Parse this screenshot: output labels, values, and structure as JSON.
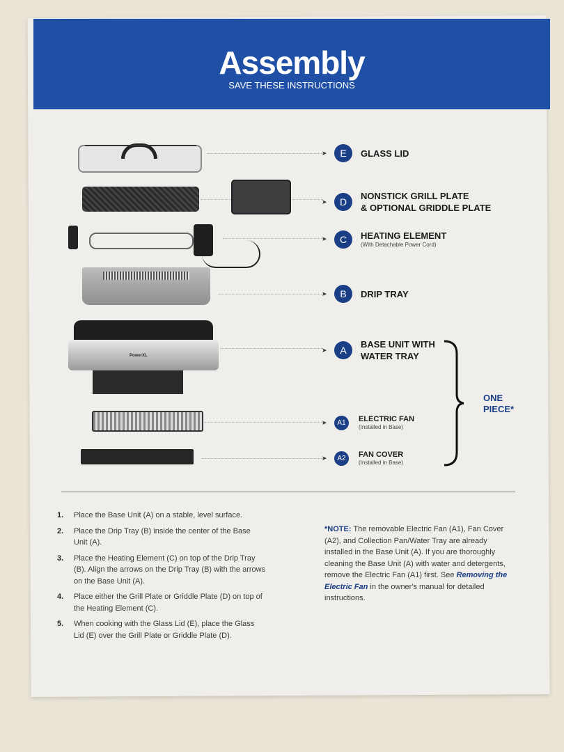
{
  "header": {
    "title": "Assembly",
    "subtitle": "SAVE THESE INSTRUCTIONS"
  },
  "parts": [
    {
      "letter": "E",
      "label": "GLASS LID",
      "sub": ""
    },
    {
      "letter": "D",
      "label": "NONSTICK GRILL PLATE",
      "label2": "& OPTIONAL GRIDDLE PLATE",
      "sub": ""
    },
    {
      "letter": "C",
      "label": "HEATING ELEMENT",
      "sub": "(With Detachable Power Cord)"
    },
    {
      "letter": "B",
      "label": "DRIP TRAY",
      "sub": ""
    },
    {
      "letter": "A",
      "label": "BASE UNIT WITH",
      "label2": "WATER TRAY",
      "sub": ""
    },
    {
      "letter": "A1",
      "label": "ELECTRIC FAN",
      "sub": "(Installed in Base)"
    },
    {
      "letter": "A2",
      "label": "FAN COVER",
      "sub": "(Installed in Base)"
    }
  ],
  "one_piece": {
    "line1": "ONE",
    "line2": "PIECE*"
  },
  "brand_logo": "PowerXL",
  "steps": [
    {
      "n": "1.",
      "text": "Place the Base Unit (A) on a stable, level surface."
    },
    {
      "n": "2.",
      "text": "Place the Drip Tray (B) inside the center of the Base Unit (A)."
    },
    {
      "n": "3.",
      "text": "Place the Heating Element (C) on top of the Drip Tray (B). Align the arrows on the Drip Tray (B) with the arrows on the Base Unit (A)."
    },
    {
      "n": "4.",
      "text": "Place either the Grill Plate or Griddle Plate (D) on top of the Heating Element (C)."
    },
    {
      "n": "5.",
      "text": "When cooking with the Glass Lid (E), place the Glass Lid (E) over the Grill Plate or Griddle Plate (D)."
    }
  ],
  "note": {
    "label": "*NOTE:",
    "text1": " The removable Electric Fan (A1), Fan Cover (A2), and Collection Pan/Water Tray are already installed in the Base Unit (A). If you are thoroughly cleaning the Base Unit (A) with water and detergents, remove the Electric Fan (A1) first. See ",
    "link": "Removing the Electric Fan",
    "text2": " in the owner's manual for detailed instructions."
  }
}
